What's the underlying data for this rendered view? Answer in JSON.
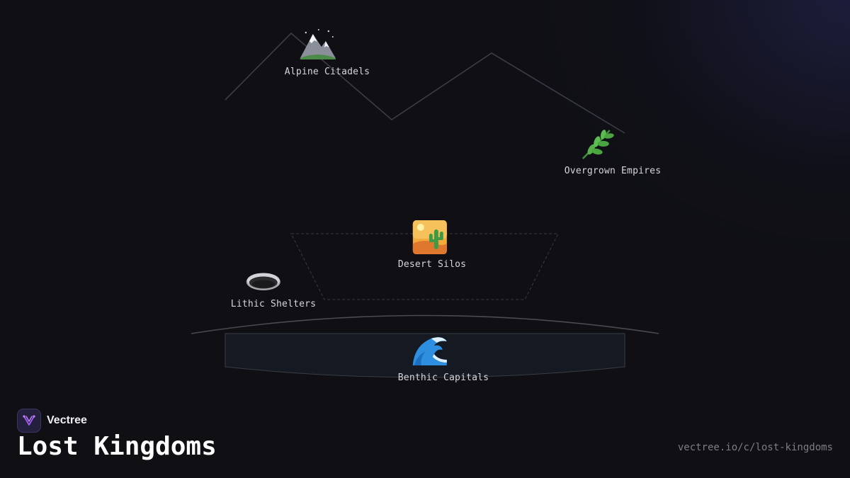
{
  "brand": {
    "name": "Vectree",
    "logo_icon": "vectree-logo-icon",
    "logo_color": "#a855f7"
  },
  "title": "Lost Kingdoms",
  "url": "vectree.io/c/lost-kingdoms",
  "colors": {
    "background": "#0f0f14",
    "line": "#3c3c44",
    "label": "#d6d6dc"
  },
  "nodes": [
    {
      "id": "alpine",
      "label": "Alpine Citadels",
      "icon": "snowcapped-mountain-icon"
    },
    {
      "id": "overgrown",
      "label": "Overgrown Empires",
      "icon": "leaf-branch-icon"
    },
    {
      "id": "desert",
      "label": "Desert Silos",
      "icon": "desert-cactus-icon"
    },
    {
      "id": "lithic",
      "label": "Lithic Shelters",
      "icon": "stone-hole-icon"
    },
    {
      "id": "benthic",
      "label": "Benthic Capitals",
      "icon": "ocean-wave-icon"
    }
  ]
}
